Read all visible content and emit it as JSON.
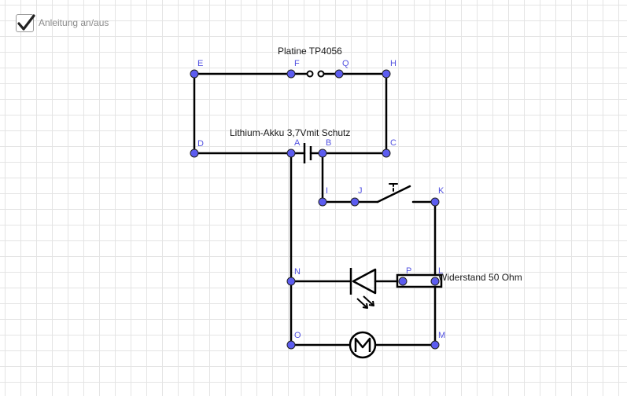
{
  "toggle": {
    "label": "Anleitung an/aus",
    "checked": true
  },
  "labels": {
    "platine": "Platine TP4056",
    "akku": "Lithium-Akku 3,7Vmit Schutz",
    "widerstand": "Widerstand 50 Ohm"
  },
  "points": {
    "A": "A",
    "B": "B",
    "C": "C",
    "D": "D",
    "E": "E",
    "F": "F",
    "Q": "Q",
    "H": "H",
    "I": "I",
    "J": "J",
    "K": "K",
    "L": "L",
    "M": "M",
    "N": "N",
    "O": "O",
    "P": "P"
  },
  "colors": {
    "point_fill": "#5c5cf0",
    "point_label": "#5050e0",
    "wire": "#000000"
  }
}
